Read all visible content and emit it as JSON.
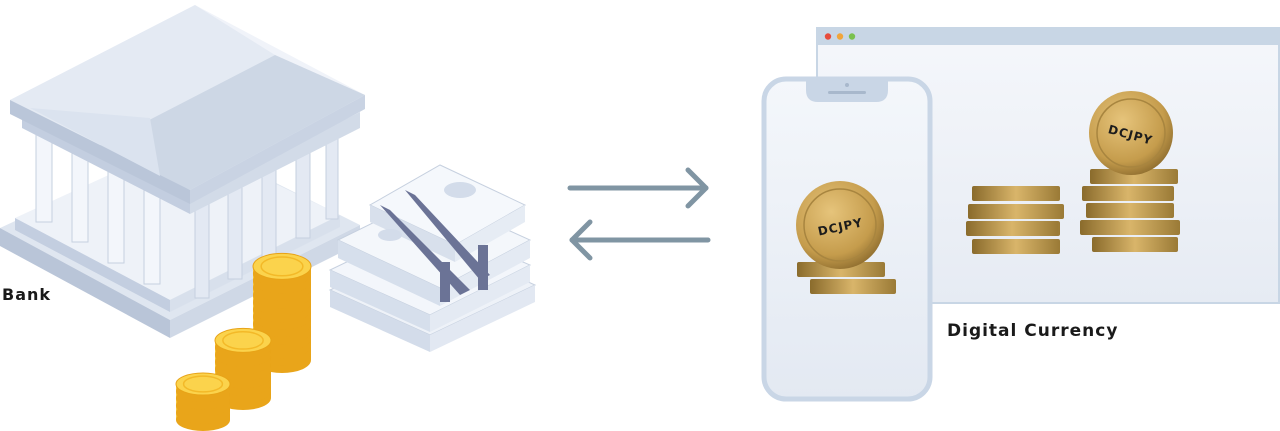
{
  "labels": {
    "bank": "Bank",
    "digital_currency": "Digital Currency"
  },
  "coins": {
    "phone_coin": "DCJPY",
    "browser_coin": "DCJPY"
  },
  "icons": {
    "bank": "bank-building-icon",
    "cash": "cash-stack-icon",
    "gold_coins": "gold-coin-stack-icon",
    "arrows": "exchange-arrows-icon",
    "phone": "smartphone-icon",
    "browser": "browser-window-icon"
  },
  "colors": {
    "bank_light": "#e6ecf5",
    "bank_mid": "#c7d2e2",
    "bank_dark": "#9aa9c1",
    "gold": "#f5b71c",
    "gold_dark": "#d9961a",
    "bronze_light": "#d9b56a",
    "bronze_dark": "#8a6a2b",
    "arrow": "#8095a3",
    "device_frame": "#c9d6e6",
    "device_bg": "#eef2f8",
    "browser_bar": "#c8d6e5"
  }
}
